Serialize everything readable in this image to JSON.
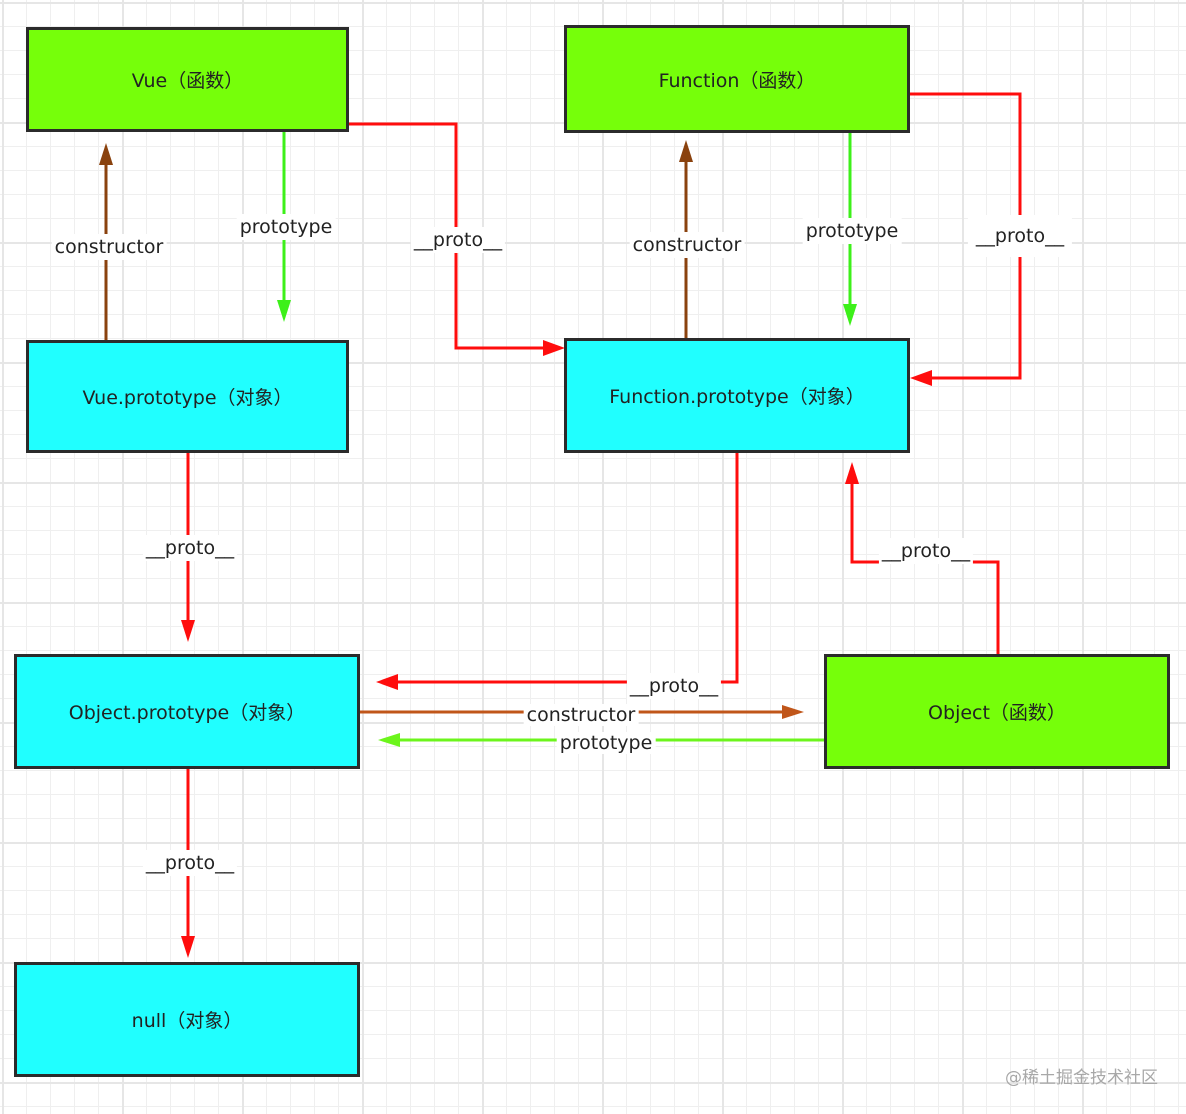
{
  "colors": {
    "proto": "#ff0d0d",
    "prototype": "#3df01a",
    "constructor": "#8a420e",
    "constructor_horizontal": "#c0561a",
    "function_node": "#76ff0a",
    "object_node": "#20ffff"
  },
  "nodes": {
    "vue": "Vue（函数）",
    "function": "Function（函数）",
    "vue_prototype": "Vue.prototype（对象）",
    "function_prototype": "Function.prototype（对象）",
    "object_prototype": "Object.prototype（对象）",
    "object": "Object（函数）",
    "null": "null（对象）"
  },
  "edges": [
    {
      "id": "vue-proto-to-function-prototype",
      "from": "Vue（函数）",
      "to": "Function.prototype（对象）",
      "label": "__proto__",
      "kind": "proto"
    },
    {
      "id": "vue-prototype-link",
      "from": "Vue（函数）",
      "to": "Vue.prototype（对象）",
      "label": "prototype",
      "kind": "prototype"
    },
    {
      "id": "vue-prototype-constructor",
      "from": "Vue.prototype（对象）",
      "to": "Vue（函数）",
      "label": "constructor",
      "kind": "constructor"
    },
    {
      "id": "function-prototype-link",
      "from": "Function（函数）",
      "to": "Function.prototype（对象）",
      "label": "prototype",
      "kind": "prototype"
    },
    {
      "id": "function-prototype-constructor",
      "from": "Function.prototype（对象）",
      "to": "Function（函数）",
      "label": "constructor",
      "kind": "constructor"
    },
    {
      "id": "function-proto-self",
      "from": "Function（函数）",
      "to": "Function.prototype（对象）",
      "label": "__proto__",
      "kind": "proto"
    },
    {
      "id": "vue-prototype-proto",
      "from": "Vue.prototype（对象）",
      "to": "Object.prototype（对象）",
      "label": "__proto__",
      "kind": "proto"
    },
    {
      "id": "object-proto",
      "from": "Object（函数）",
      "to": "Function.prototype（对象）",
      "label": "__proto__",
      "kind": "proto"
    },
    {
      "id": "function-prototype-proto",
      "from": "Function.prototype（对象）",
      "to": "Object.prototype（对象）",
      "label": "__proto__",
      "kind": "proto"
    },
    {
      "id": "object-prototype-constructor",
      "from": "Object.prototype（对象）",
      "to": "Object（函数）",
      "label": "constructor",
      "kind": "constructor"
    },
    {
      "id": "object-prototype-link",
      "from": "Object（函数）",
      "to": "Object.prototype（对象）",
      "label": "prototype",
      "kind": "prototype"
    },
    {
      "id": "object-prototype-proto-null",
      "from": "Object.prototype（对象）",
      "to": "null（对象）",
      "label": "__proto__",
      "kind": "proto"
    }
  ],
  "watermark": "@稀土掘金技术社区"
}
